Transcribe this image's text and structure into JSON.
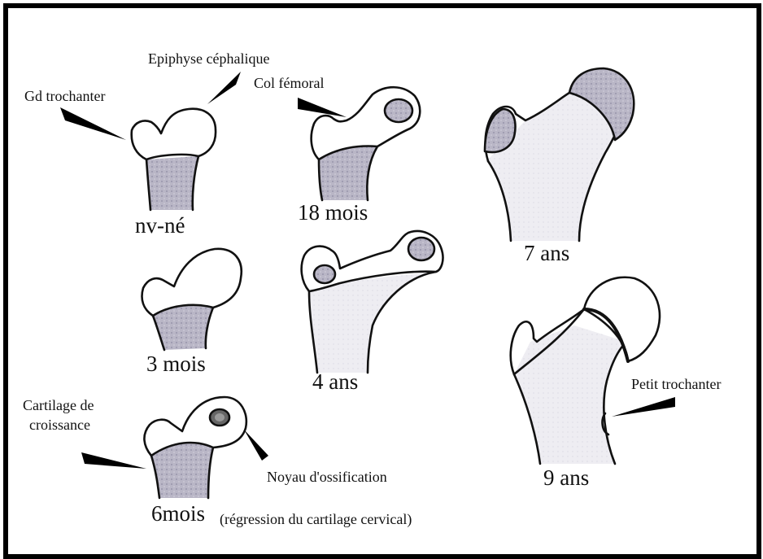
{
  "labels": {
    "epiphyse": "Epiphyse céphalique",
    "gd_trochanter": "Gd trochanter",
    "col_femoral": "Col fémoral",
    "cartilage_1": "Cartilage de",
    "cartilage_2": "croissance",
    "noyau": "Noyau d'ossification",
    "petit_trochanter": "Petit trochanter",
    "regression": "(régression du cartilage cervical)"
  },
  "stages": {
    "nv_ne": "nv-né",
    "m3": "3 mois",
    "m6": "6mois",
    "m18": "18 mois",
    "a4": "4 ans",
    "a7": "7 ans",
    "a9": "9 ans"
  }
}
